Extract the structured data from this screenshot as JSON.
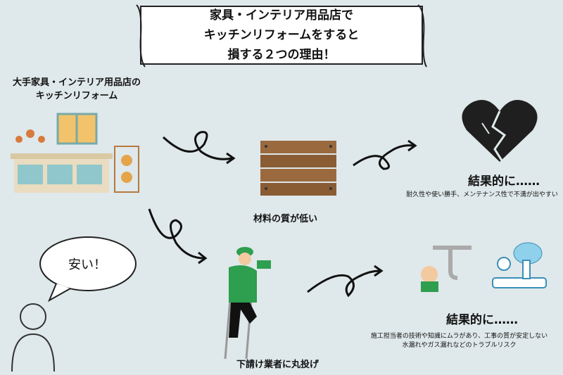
{
  "title": [
    "家具・インテリア用品店で",
    "キッチンリフォームをすると",
    "損する２つの理由！"
  ],
  "source_label": [
    "大手家具・インテリア用品店の",
    "キッチンリフォーム"
  ],
  "reason1": {
    "label": "材料の質が低い",
    "result": "結果的に……",
    "detail": "耐久性や使い勝手、メンテナンス性で不満が出やすい"
  },
  "reason2": {
    "label": "下請け業者に丸投げ",
    "result": "結果的に……",
    "detail": [
      "施工担当者の技術や知識にムラがあり、工事の質が安定しない",
      "水漏れやガス漏れなどのトラブルリスク"
    ]
  },
  "speech": "安い！"
}
